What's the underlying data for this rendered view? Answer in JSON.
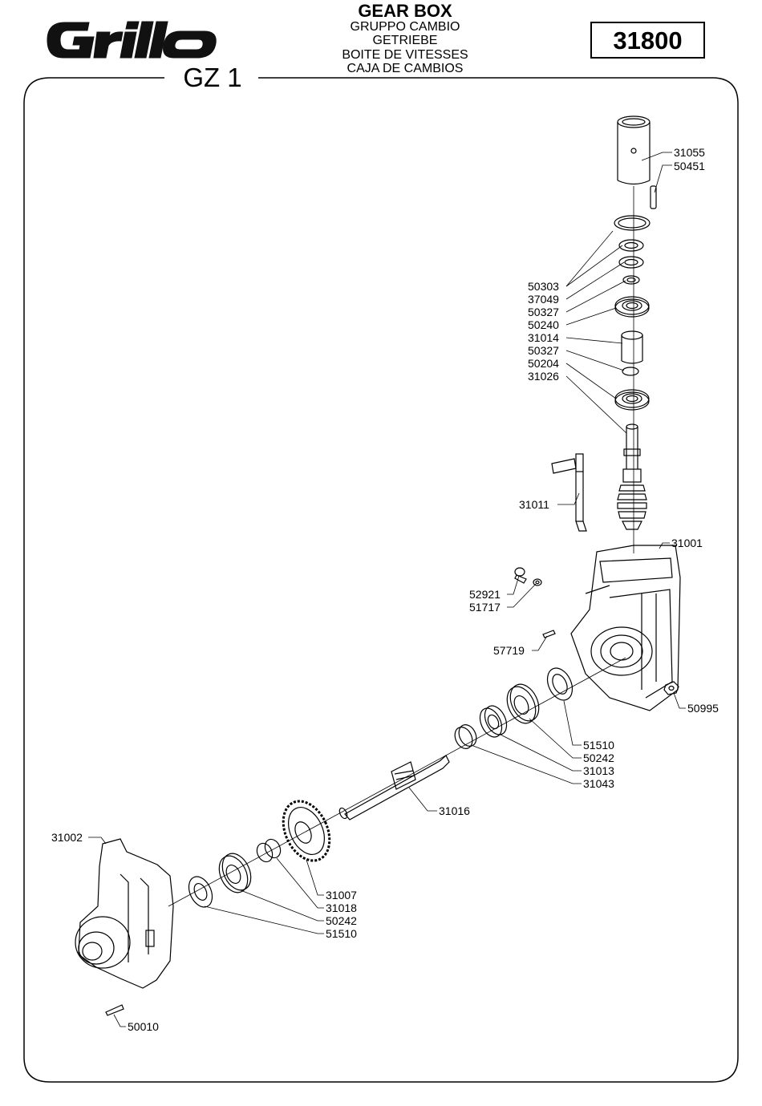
{
  "header": {
    "title": "GEAR BOX",
    "subtitles": [
      "GRUPPO CAMBIO",
      "GETRIEBE",
      "BOITE DE VITESSES",
      "CAJA DE CAMBIOS"
    ],
    "brand": "Grillo",
    "model": "GZ 1",
    "code": "31800"
  },
  "parts": [
    {
      "code": "31055"
    },
    {
      "code": "50451"
    },
    {
      "code": "50303"
    },
    {
      "code": "37049"
    },
    {
      "code": "50327"
    },
    {
      "code": "50240"
    },
    {
      "code": "31014"
    },
    {
      "code": "50327"
    },
    {
      "code": "50204"
    },
    {
      "code": "31026"
    },
    {
      "code": "31011"
    },
    {
      "code": "31001"
    },
    {
      "code": "52921"
    },
    {
      "code": "51717"
    },
    {
      "code": "57719"
    },
    {
      "code": "50995"
    },
    {
      "code": "51510"
    },
    {
      "code": "50242"
    },
    {
      "code": "31013"
    },
    {
      "code": "31043"
    },
    {
      "code": "31016"
    },
    {
      "code": "31002"
    },
    {
      "code": "31007"
    },
    {
      "code": "31018"
    },
    {
      "code": "50242"
    },
    {
      "code": "51510"
    },
    {
      "code": "50010"
    }
  ]
}
